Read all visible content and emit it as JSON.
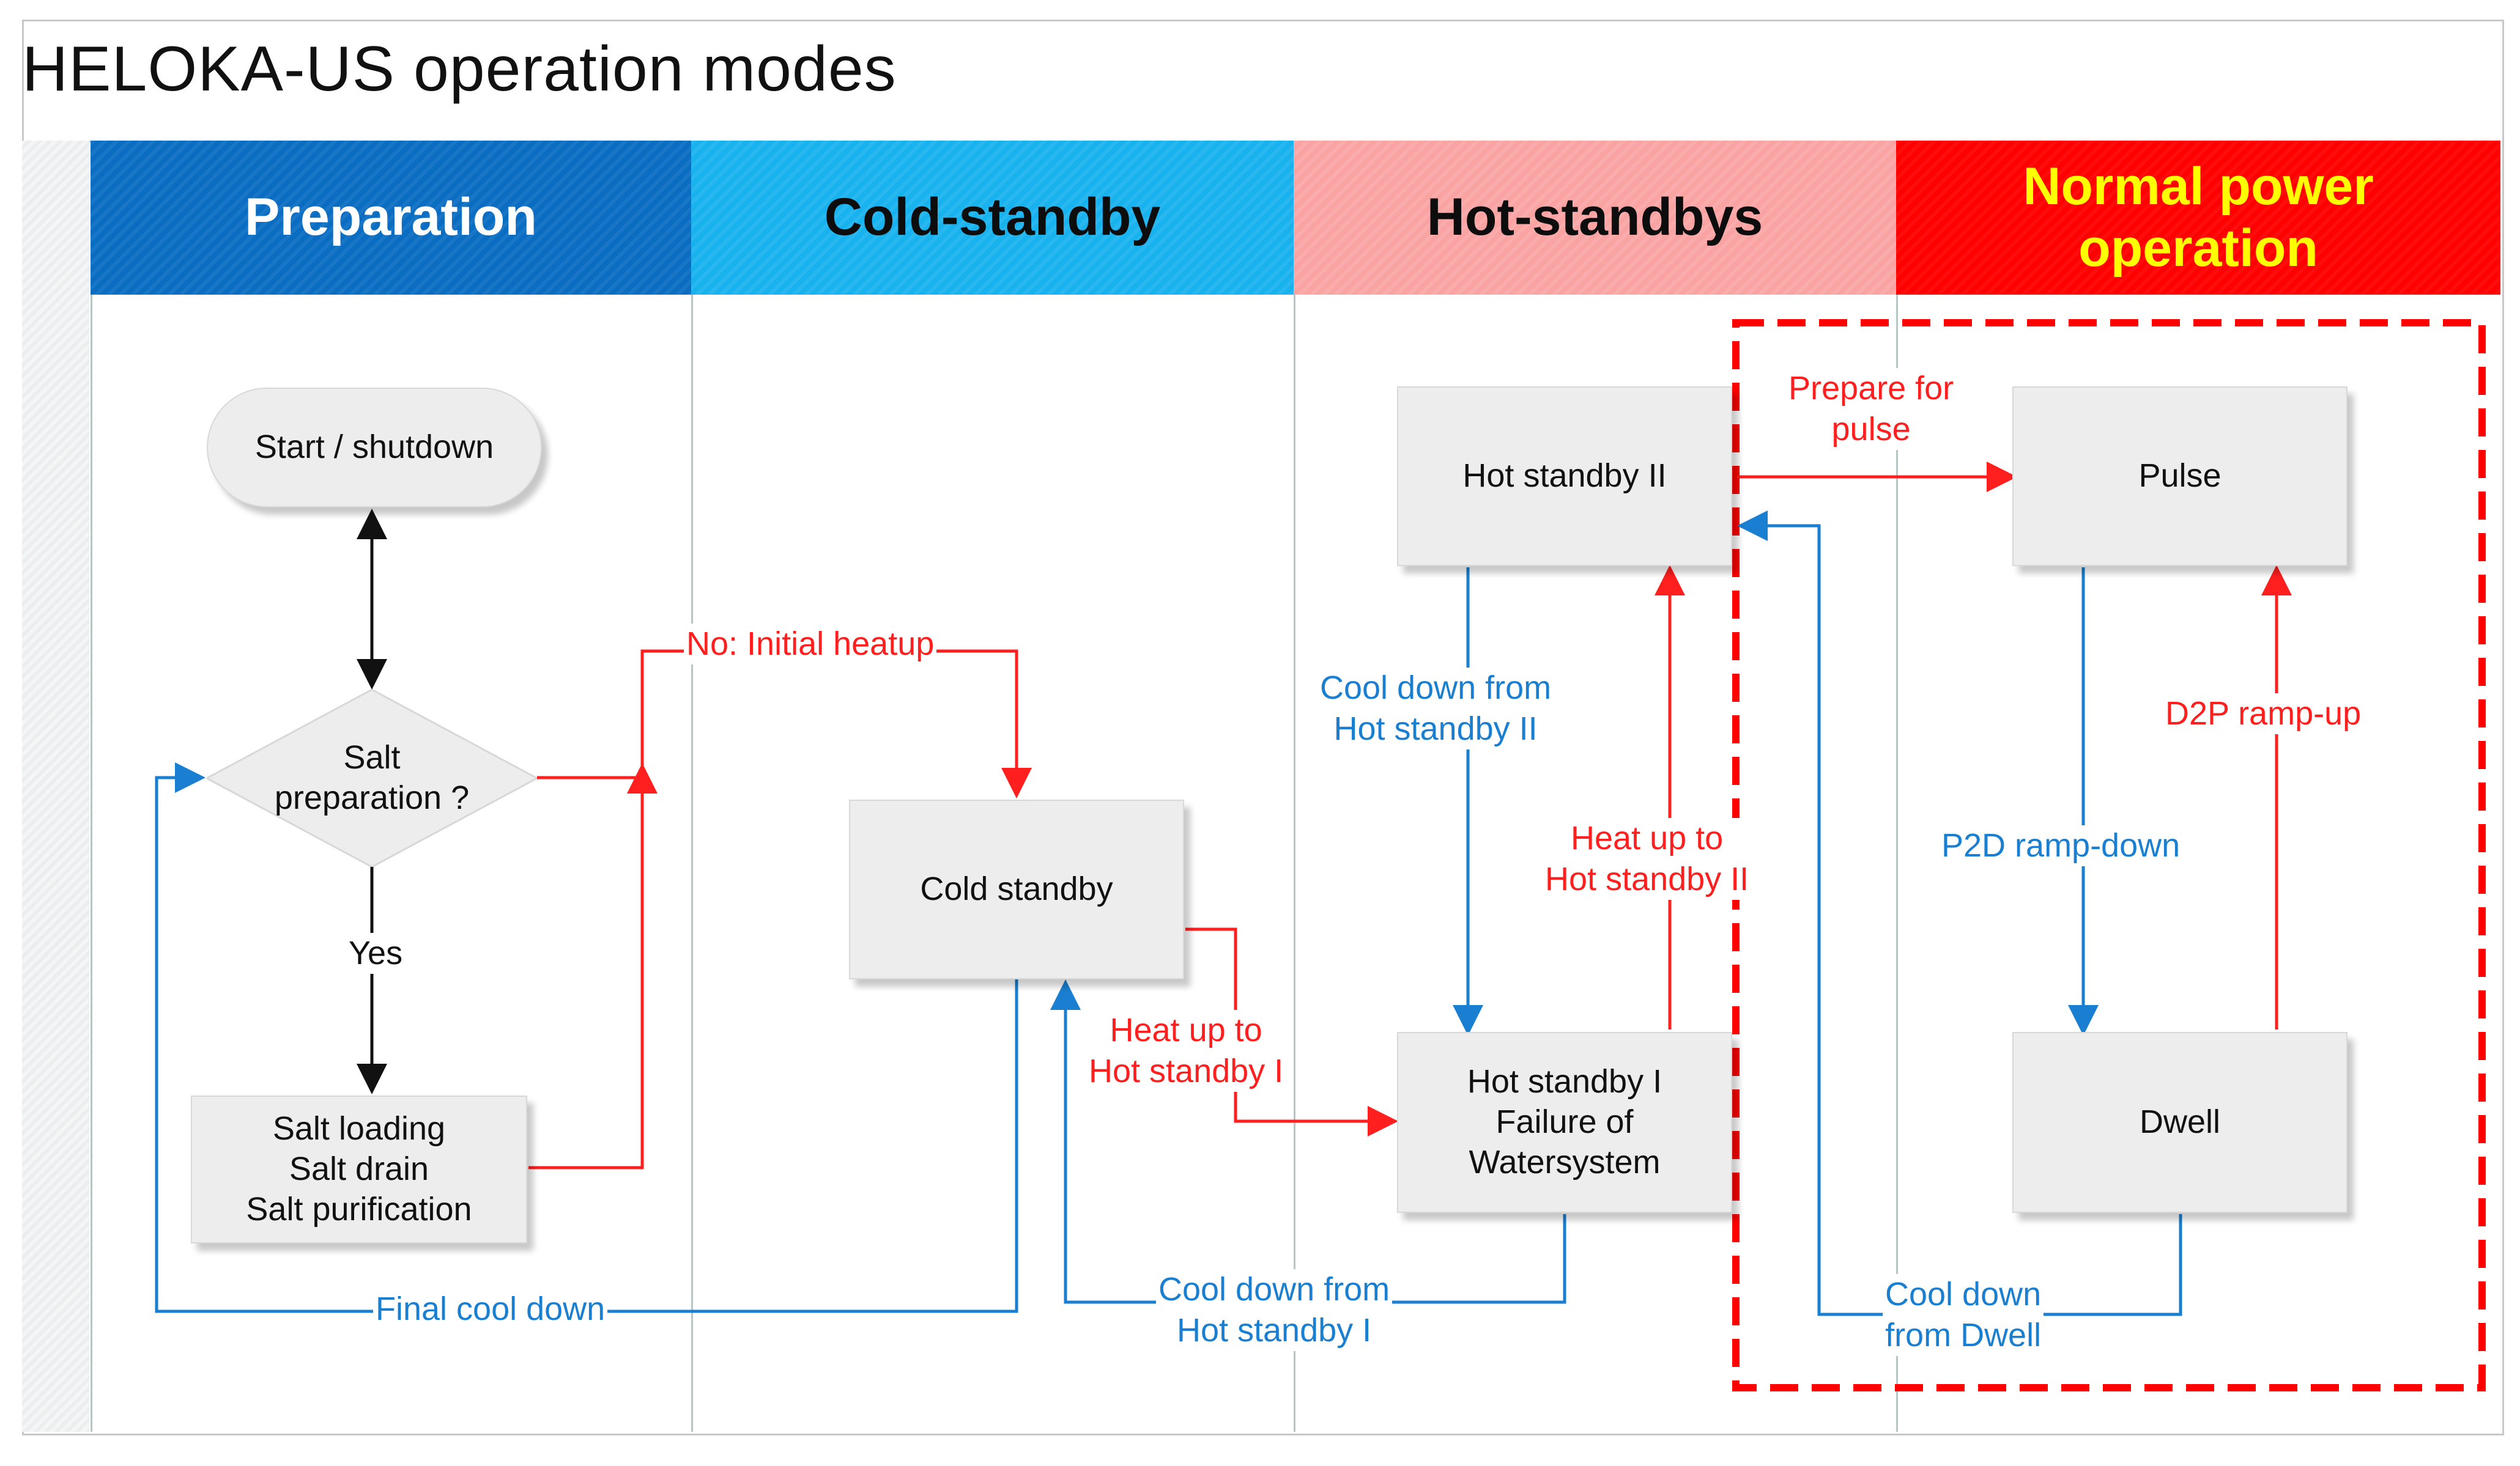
{
  "title": "HELOKA-US operation modes",
  "lanes": [
    {
      "label": "Preparation"
    },
    {
      "label": "Cold-standby"
    },
    {
      "label": "Hot-standbys"
    },
    {
      "label": "Normal power\noperation"
    }
  ],
  "nodes": {
    "start": "Start / shutdown",
    "decision": "Salt\npreparation ?",
    "salt_ops": "Salt loading\nSalt drain\nSalt purification",
    "cold_standby": "Cold standby",
    "hot_standby_2": "Hot standby II",
    "hot_standby_1": "Hot standby I\nFailure  of\nWatersystem",
    "pulse": "Pulse",
    "dwell": "Dwell"
  },
  "edge_labels": {
    "yes": "Yes",
    "initial_heatup": "No: Initial heatup",
    "final_cool_down": "Final cool down",
    "heat_up_hot1": "Heat up to\nHot standby I",
    "cool_down_hot1": "Cool down from\nHot standby I",
    "cool_down_hot2": "Cool down from\nHot standby II",
    "heat_up_hot2": "Heat up to\nHot standby II",
    "prepare_pulse": "Prepare for\npulse",
    "p2d": "P2D ramp-down",
    "d2p": "D2P ramp-up",
    "cool_down_dwell": "Cool down\nfrom Dwell"
  },
  "colors": {
    "heating_arrow": "#ff1f1f",
    "cooling_arrow": "#1a7fd0",
    "neutral_arrow": "#111111",
    "normal_zone_border": "#ff0000"
  }
}
